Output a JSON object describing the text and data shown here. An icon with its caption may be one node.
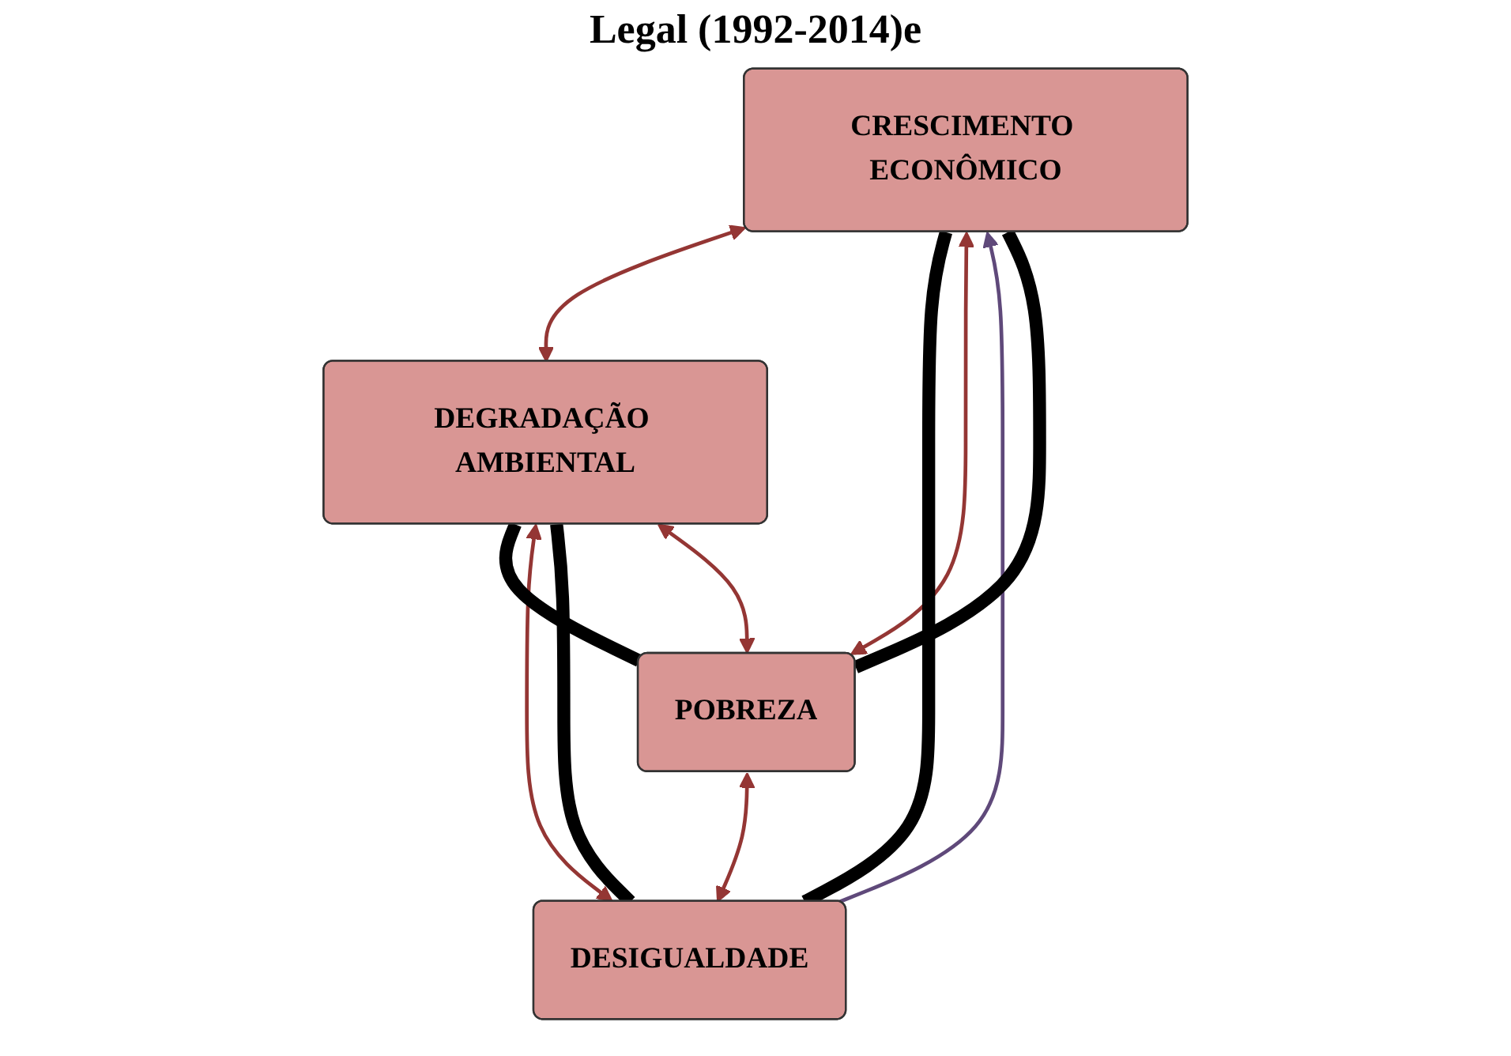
{
  "diagram": {
    "title": "Legal (1992-2014)e",
    "nodes": [
      {
        "text": [
          "CRESCIMENTO ECONÔMICO"
        ]
      },
      {
        "text": [
          "POBREZA"
        ]
      },
      {
        "text": [
          "DESIGUALDADE"
        ]
      },
      {
        "text": [
          "DEGRADAÇÃO AMBIENTAL"
        ]
      }
    ],
    "edges": [
      {
        "from": 1,
        "to": 0,
        "arrow": "both"
      },
      {
        "from": 2,
        "to": 0,
        "arrow": "to",
        "color": "#5f497a"
      },
      {
        "from": 0,
        "to": 3,
        "arrow": "both"
      },
      {
        "from": 1,
        "to": 2,
        "arrow": "both"
      },
      {
        "from": 1,
        "to": 3,
        "arrow": "both"
      },
      {
        "from": 2,
        "to": 3,
        "arrow": "both"
      },
      {
        "from": 0,
        "to": 2,
        "arrow": "none",
        "style": "thick",
        "color": "#000000"
      },
      {
        "from": 2,
        "to": 3,
        "arrow": "none",
        "style": "thick",
        "color": "#000000"
      },
      {
        "from": 3,
        "to": 1,
        "arrow": "none",
        "style": "thick",
        "color": "#000000"
      },
      {
        "from": 1,
        "to": 0,
        "arrow": "none",
        "style": "thick",
        "color": "#000000"
      }
    ]
  }
}
